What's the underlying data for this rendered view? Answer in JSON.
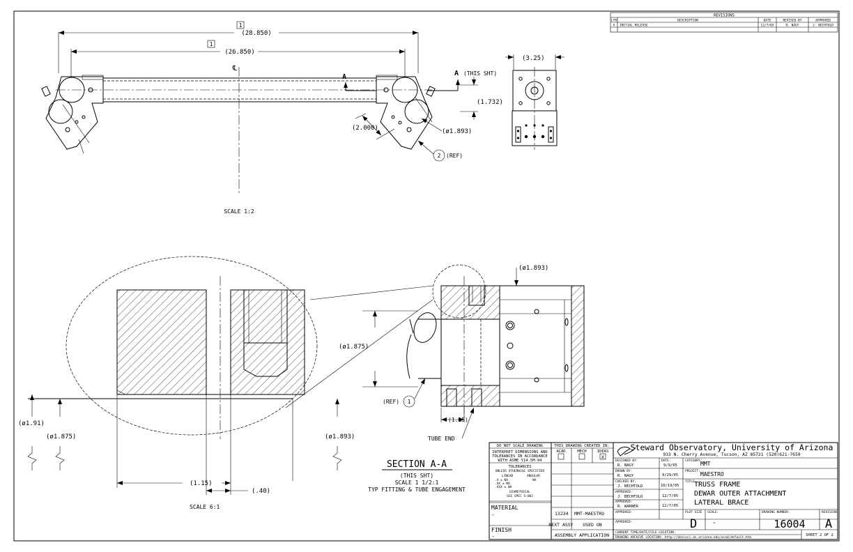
{
  "revisions": {
    "title": "REVISIONS",
    "headers": [
      "LTR",
      "DESCRIPTION",
      "DATE",
      "REVISED BY",
      "APPROVED"
    ],
    "rows": [
      [
        "A",
        "INITIAL RELEASE",
        "12/7/05",
        "R. NAGY",
        "J. BECHTOLD"
      ]
    ]
  },
  "top_view": {
    "dim_overall": "(28.850)",
    "dim_inner": "(26.850)",
    "balloon_1": "1",
    "centerline": "℄",
    "section_letter": "A",
    "section_ref": "A",
    "section_ref_note": "(THIS SHT)",
    "dim_1732": "(1.732)",
    "dim_2000": "(2.000)",
    "dim_dia1893": "(ø1.893)",
    "balloon_2": "2",
    "ref_label": "(REF)",
    "scale_label": "SCALE 1:2"
  },
  "side_view": {
    "dim_325": "(3.25)"
  },
  "section_view": {
    "dia1893": "(ø1.893)",
    "dia1875": "(ø1.875)",
    "ref_label": "(REF)",
    "balloon_1": "1",
    "dim_115": "(1.15)",
    "tube_end": "TUBE END"
  },
  "detail_view": {
    "dia191": "(ø1.91)",
    "dia1875": "(ø1.875)",
    "dia1893": "(ø1.893)",
    "dim_40": "(.40)",
    "dim_115": "(1.15)",
    "scale_label": "SCALE 6:1"
  },
  "section_caption": {
    "title": "SECTION A-A",
    "line1": "(THIS SHT)",
    "line2": "SCALE 1 1/2:1",
    "line3": "TYP FITTING & TUBE ENGAGEMENT"
  },
  "title_block": {
    "do_not_scale": "DO NOT SCALE DRAWING",
    "interpret": [
      "INTERPRET DIMENSIONS AND",
      "TOLERANCES IN ACCORDANCE",
      "WITH ASME Y14.5M-94"
    ],
    "tolerances": "TOLERANCES",
    "unless": "UNLESS OTHERWISE SPECIFIED",
    "linear": "LINEAR",
    "angular": "ANGULAR",
    "tol_x": ".X    ± NA",
    "tol_xx": ".XX   ± NA",
    "tol_xxx": ".XXX  ± NA",
    "tol_ang": "NA",
    "diametrical": "DIAMETRICAL",
    "see_spec": "SEE SPEC S-002",
    "material_label": "MATERIAL",
    "material_value": "-",
    "finish_label": "FINISH",
    "finish_value": "-",
    "created_in": "THIS DRAWING CREATED IN:",
    "acad": "ACAD",
    "mech": "MECH",
    "ideas": "IDEAS",
    "ideas_mark": "X",
    "assy_number": "13234",
    "assy_project": "MMT-MAESTRO",
    "next_assy": "NEXT ASSY",
    "used_on": "USED ON",
    "assy_app": "ASSEMBLY APPLICATION",
    "org_name": "Steward Observatory, University of Arizona",
    "org_address": "933 N. Cherry Avenue, Tucson, AZ  85721   (520)621-7659",
    "designed_label": "DESIGNED BY:",
    "designed_by": "R. NAGY",
    "date_label": "DATE:",
    "designed_date": "9/9/05",
    "drawn_label": "DRAWN BY:",
    "drawn_by": "R. NAGY",
    "drawn_date": "9/29/05",
    "checked_label": "CHECKED BY:",
    "checked_by": "J. BECHTOLD",
    "checked_date": "10/19/05",
    "approved1_label": "APPROVED:",
    "approved1_by": "J. BECHTOLD",
    "approved1_date": "12/7/05",
    "approved2_label": "APPROVED:",
    "approved2_by": "R. WARNER",
    "approved2_date": "12/7/05",
    "approved3_label": "APPROVED:",
    "approved4_label": "APPROVED:",
    "category_label": "CATEGORY:",
    "category": "MMT",
    "project_label": "PROJECT:",
    "project": "MAESTRO",
    "title_label": "TITLE:",
    "title_lines": [
      "TRUSS FRAME",
      "DEWAR OUTER ATTACHMENT",
      "LATERAL BRACE"
    ],
    "plot_size_label": "PLOT SIZE",
    "plot_size": "D",
    "scale_label": "SCALE:",
    "scale_value": "-",
    "drawing_number_label": "DRAWING NUMBER:",
    "drawing_number": "16004",
    "revision_label": "REVISION:",
    "revision": "A",
    "current_time_label": "CURRENT TIME/DATE/FILE LOCATION:",
    "archive_label": "DRAWING ARCHIVE LOCATION: http://devinci.as.arizona.edu/acad/default.htm",
    "sheet": "SHEET 2 OF 2"
  }
}
